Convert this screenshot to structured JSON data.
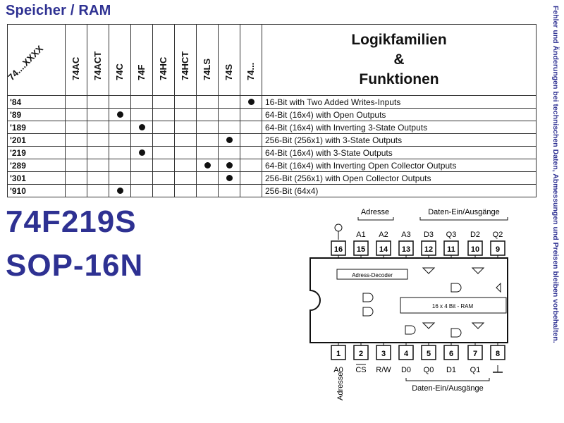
{
  "page_title": "Speicher / RAM",
  "side_note": "Fehler und Änderungen bei technischen Daten, Abmessungen und Preisen bleiben vorbehalten.",
  "table": {
    "corner_label": "74....XXXX",
    "family_headers": [
      "74AC",
      "74ACT",
      "74C",
      "74F",
      "74HC",
      "74HCT",
      "74LS",
      "74S",
      "74..."
    ],
    "function_header_line1": "Logikfamilien",
    "function_header_line2": "&",
    "function_header_line3": "Funktionen",
    "rows": [
      {
        "part": "'84",
        "dots": [
          false,
          false,
          false,
          false,
          false,
          false,
          false,
          false,
          true
        ],
        "desc": "16-Bit with Two Added Writes-Inputs"
      },
      {
        "part": "'89",
        "dots": [
          false,
          false,
          true,
          false,
          false,
          false,
          false,
          false,
          false
        ],
        "desc": "64-Bit (16x4) with Open Outputs"
      },
      {
        "part": "'189",
        "dots": [
          false,
          false,
          false,
          true,
          false,
          false,
          false,
          false,
          false
        ],
        "desc": "64-Bit (16x4) with Inverting 3-State Outputs"
      },
      {
        "part": "'201",
        "dots": [
          false,
          false,
          false,
          false,
          false,
          false,
          false,
          true,
          false
        ],
        "desc": "256-Bit (256x1) with 3-State Outputs"
      },
      {
        "part": "'219",
        "dots": [
          false,
          false,
          false,
          true,
          false,
          false,
          false,
          false,
          false
        ],
        "desc": "64-Bit (16x4) with 3-State Outputs"
      },
      {
        "part": "'289",
        "dots": [
          false,
          false,
          false,
          false,
          false,
          false,
          true,
          true,
          false
        ],
        "desc": "64-Bit (16x4) with Inverting Open Collector Outputs"
      },
      {
        "part": "'301",
        "dots": [
          false,
          false,
          false,
          false,
          false,
          false,
          false,
          true,
          false
        ],
        "desc": "256-Bit (256x1) with Open Collector Outputs"
      },
      {
        "part": "'910",
        "dots": [
          false,
          false,
          true,
          false,
          false,
          false,
          false,
          false,
          false
        ],
        "desc": "256-Bit (64x4)"
      }
    ]
  },
  "part_number": "74F219S",
  "package": "SOP-16N",
  "pinout": {
    "group_top_address": "Adresse",
    "group_top_data": "Daten-Ein/Ausgänge",
    "group_bottom_data": "Daten-Ein/Ausgänge",
    "group_bottom_address": "Adresse",
    "top_pins": [
      {
        "num": "16",
        "name": ""
      },
      {
        "num": "15",
        "name": "A1"
      },
      {
        "num": "14",
        "name": "A2"
      },
      {
        "num": "13",
        "name": "A3"
      },
      {
        "num": "12",
        "name": "D3"
      },
      {
        "num": "11",
        "name": "Q3"
      },
      {
        "num": "10",
        "name": "D2"
      },
      {
        "num": "9",
        "name": "Q2"
      }
    ],
    "bottom_pins": [
      {
        "num": "1",
        "name": "A0"
      },
      {
        "num": "2",
        "name": "CS"
      },
      {
        "num": "3",
        "name": "R/W"
      },
      {
        "num": "4",
        "name": "D0"
      },
      {
        "num": "5",
        "name": "Q0"
      },
      {
        "num": "6",
        "name": "D1"
      },
      {
        "num": "7",
        "name": "Q1"
      },
      {
        "num": "8",
        "name": ""
      }
    ],
    "decoder_label": "Adress-Decoder",
    "ram_label": "16 x 4 Bit - RAM"
  }
}
